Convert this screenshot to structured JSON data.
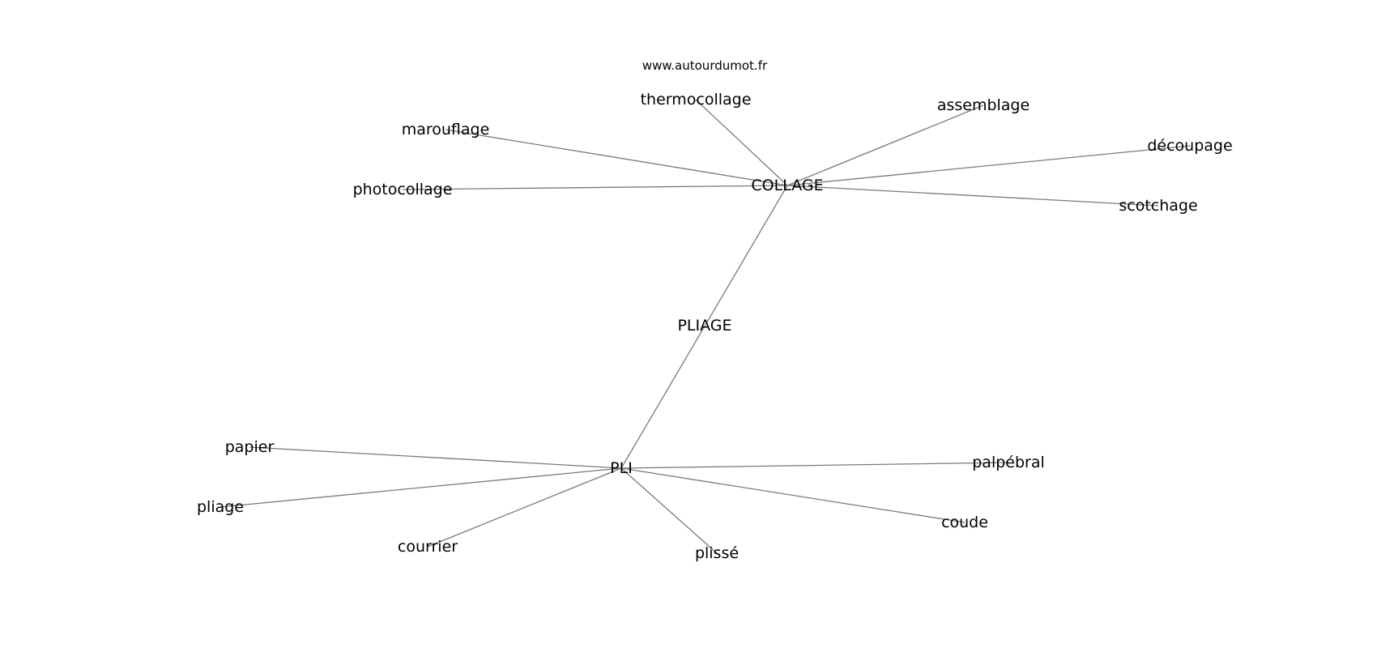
{
  "watermark": "www.autourdumot.fr",
  "nodes": [
    {
      "id": "pliage_center",
      "label": "PLIAGE"
    },
    {
      "id": "collage",
      "label": "COLLAGE"
    },
    {
      "id": "pli",
      "label": "PLI"
    },
    {
      "id": "thermocollage",
      "label": "thermocollage"
    },
    {
      "id": "assemblage",
      "label": "assemblage"
    },
    {
      "id": "marouflage",
      "label": "marouflage"
    },
    {
      "id": "decoupage",
      "label": "découpage"
    },
    {
      "id": "photocollage",
      "label": "photocollage"
    },
    {
      "id": "scotchage",
      "label": "scotchage"
    },
    {
      "id": "papier",
      "label": "papier"
    },
    {
      "id": "palpebral",
      "label": "palpébral"
    },
    {
      "id": "pliage",
      "label": "pliage"
    },
    {
      "id": "coude",
      "label": "coude"
    },
    {
      "id": "courrier",
      "label": "courrier"
    },
    {
      "id": "plisse",
      "label": "plissé"
    }
  ],
  "edges": [
    [
      "collage",
      "pli"
    ],
    [
      "collage",
      "thermocollage"
    ],
    [
      "collage",
      "assemblage"
    ],
    [
      "collage",
      "marouflage"
    ],
    [
      "collage",
      "decoupage"
    ],
    [
      "collage",
      "photocollage"
    ],
    [
      "collage",
      "scotchage"
    ],
    [
      "pli",
      "papier"
    ],
    [
      "pli",
      "palpebral"
    ],
    [
      "pli",
      "pliage"
    ],
    [
      "pli",
      "coude"
    ],
    [
      "pli",
      "courrier"
    ],
    [
      "pli",
      "plisse"
    ]
  ]
}
